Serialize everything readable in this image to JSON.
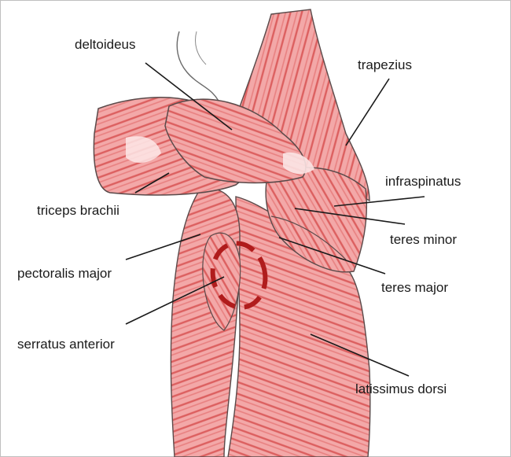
{
  "labels": {
    "deltoideus": "deltoideus",
    "trapezius": "trapezius",
    "infraspinatus": "infraspinatus",
    "triceps_brachii": "triceps brachii",
    "teres_minor": "teres minor",
    "pectoralis_major": "pectoralis major",
    "teres_major": "teres major",
    "serratus_anterior": "serratus anterior",
    "latissimus_dorsi": "latissimus dorsi"
  },
  "colors": {
    "muscle_fill": "#f2a3a3",
    "muscle_fiber": "#d95a5a",
    "muscle_outline": "#5a4a4a",
    "leader_line": "#1a1a1a",
    "ellipse": "#b01c1c"
  }
}
